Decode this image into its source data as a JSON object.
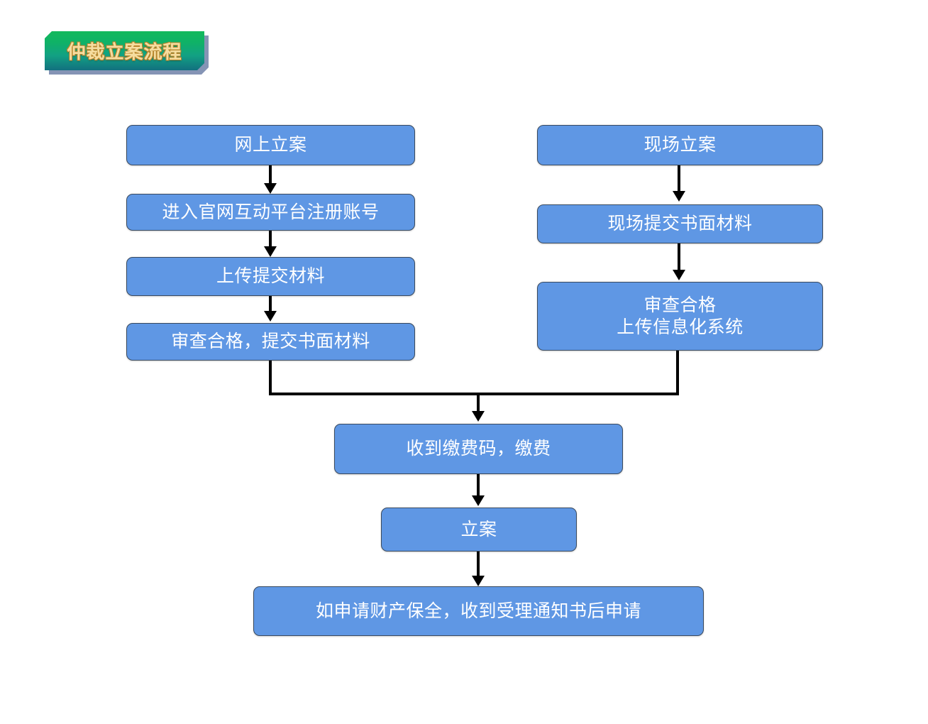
{
  "title": {
    "label": "仲裁立案流程",
    "text_color": "#f5dda0",
    "gradient_from": "#13b95c",
    "gradient_to": "#12707f",
    "shadow_color": "#8594b5"
  },
  "theme": {
    "node_fill": "#5f97e4",
    "node_border": "#3a4a5e",
    "node_text": "#ffffff",
    "connector_color": "#000000",
    "background": "#ffffff"
  },
  "flowchart": {
    "type": "flowchart",
    "orientation": "top-to-bottom",
    "branches": [
      {
        "id": "online",
        "name": "网上立案",
        "steps": [
          "网上立案",
          "进入官网互动平台注册账号",
          "上传提交材料",
          "审查合格，提交书面材料"
        ]
      },
      {
        "id": "onsite",
        "name": "现场立案",
        "steps": [
          "现场立案",
          "现场提交书面材料",
          "审查合格\n上传信息化系统"
        ]
      }
    ],
    "merged_steps": [
      "收到缴费码，缴费",
      "立案",
      "如申请财产保全，收到受理通知书后申请"
    ]
  },
  "nodes": {
    "online_1": "网上立案",
    "online_2": "进入官网互动平台注册账号",
    "online_3": "上传提交材料",
    "online_4": "审查合格，提交书面材料",
    "onsite_1": "现场立案",
    "onsite_2": "现场提交书面材料",
    "onsite_3": "审查合格\n上传信息化系统",
    "merge_1": "收到缴费码，缴费",
    "merge_2": "立案",
    "merge_3": "如申请财产保全，收到受理通知书后申请"
  }
}
